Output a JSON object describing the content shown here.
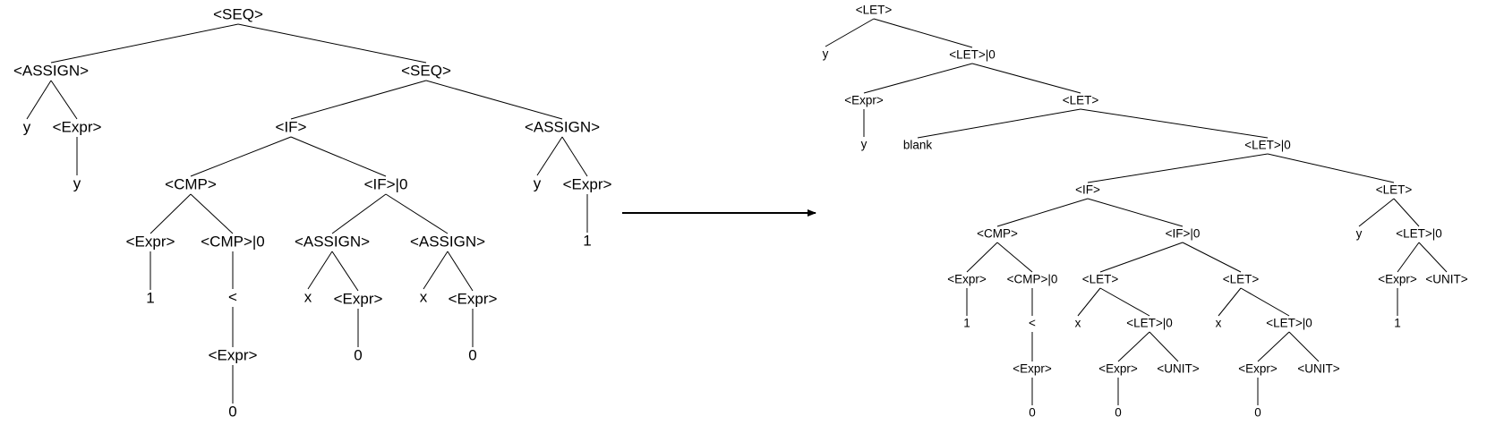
{
  "colors": {
    "text": "#000000",
    "edges": "#000000",
    "background": "#ffffff"
  },
  "trees": [
    {
      "id": "source-tree",
      "nodes": [
        {
          "id": "a1",
          "label": "<SEQ>"
        },
        {
          "id": "a2",
          "label": "<ASSIGN>",
          "parent": "a1"
        },
        {
          "id": "a3",
          "label": "<SEQ>",
          "parent": "a1"
        },
        {
          "id": "a4",
          "label": "y",
          "parent": "a2"
        },
        {
          "id": "a5",
          "label": "<Expr>",
          "parent": "a2"
        },
        {
          "id": "a6",
          "label": "y",
          "parent": "a5"
        },
        {
          "id": "a7",
          "label": "<IF>",
          "parent": "a3"
        },
        {
          "id": "a8",
          "label": "<ASSIGN>",
          "parent": "a3"
        },
        {
          "id": "a9",
          "label": "<CMP>",
          "parent": "a7"
        },
        {
          "id": "a10",
          "label": "<IF>|0",
          "parent": "a7"
        },
        {
          "id": "a11",
          "label": "y",
          "parent": "a8"
        },
        {
          "id": "a12",
          "label": "<Expr>",
          "parent": "a8"
        },
        {
          "id": "a13",
          "label": "1",
          "parent": "a12"
        },
        {
          "id": "a14",
          "label": "<Expr>",
          "parent": "a9"
        },
        {
          "id": "a15",
          "label": "<CMP>|0",
          "parent": "a9"
        },
        {
          "id": "a16",
          "label": "1",
          "parent": "a14"
        },
        {
          "id": "a17",
          "label": "<",
          "parent": "a15"
        },
        {
          "id": "a18",
          "label": "<Expr>",
          "parent": "a17"
        },
        {
          "id": "a19",
          "label": "0",
          "parent": "a18"
        },
        {
          "id": "a20",
          "label": "<ASSIGN>",
          "parent": "a10"
        },
        {
          "id": "a21",
          "label": "<ASSIGN>",
          "parent": "a10"
        },
        {
          "id": "a22",
          "label": "x",
          "parent": "a20"
        },
        {
          "id": "a23",
          "label": "<Expr>",
          "parent": "a20"
        },
        {
          "id": "a24",
          "label": "0",
          "parent": "a23"
        },
        {
          "id": "a25",
          "label": "x",
          "parent": "a21"
        },
        {
          "id": "a26",
          "label": "<Expr>",
          "parent": "a21"
        },
        {
          "id": "a27",
          "label": "0",
          "parent": "a26"
        }
      ]
    },
    {
      "id": "target-tree",
      "nodes": [
        {
          "id": "b1",
          "label": "<LET>"
        },
        {
          "id": "b2",
          "label": "y",
          "parent": "b1"
        },
        {
          "id": "b3",
          "label": "<LET>|0",
          "parent": "b1"
        },
        {
          "id": "b4",
          "label": "<Expr>",
          "parent": "b3"
        },
        {
          "id": "b5",
          "label": "<LET>",
          "parent": "b3"
        },
        {
          "id": "b6",
          "label": "y",
          "parent": "b4"
        },
        {
          "id": "b7",
          "label": "blank",
          "parent": "b5"
        },
        {
          "id": "b8",
          "label": "<LET>|0",
          "parent": "b5"
        },
        {
          "id": "b9",
          "label": "<IF>",
          "parent": "b8"
        },
        {
          "id": "b10",
          "label": "<LET>",
          "parent": "b8"
        },
        {
          "id": "b11",
          "label": "<CMP>",
          "parent": "b9"
        },
        {
          "id": "b12",
          "label": "<IF>|0",
          "parent": "b9"
        },
        {
          "id": "b13",
          "label": "y",
          "parent": "b10"
        },
        {
          "id": "b14",
          "label": "<LET>|0",
          "parent": "b10"
        },
        {
          "id": "b15",
          "label": "<Expr>",
          "parent": "b11"
        },
        {
          "id": "b16",
          "label": "<CMP>|0",
          "parent": "b11"
        },
        {
          "id": "b17",
          "label": "<LET>",
          "parent": "b12"
        },
        {
          "id": "b18",
          "label": "<LET>",
          "parent": "b12"
        },
        {
          "id": "b19",
          "label": "<Expr>",
          "parent": "b14"
        },
        {
          "id": "b20",
          "label": "<UNIT>",
          "parent": "b14"
        },
        {
          "id": "b21",
          "label": "1",
          "parent": "b15"
        },
        {
          "id": "b22",
          "label": "<",
          "parent": "b16"
        },
        {
          "id": "b23",
          "label": "x",
          "parent": "b17"
        },
        {
          "id": "b24",
          "label": "<LET>|0",
          "parent": "b17"
        },
        {
          "id": "b25",
          "label": "x",
          "parent": "b18"
        },
        {
          "id": "b26",
          "label": "<LET>|0",
          "parent": "b18"
        },
        {
          "id": "b27",
          "label": "1",
          "parent": "b19"
        },
        {
          "id": "b28",
          "label": "<Expr>",
          "parent": "b22"
        },
        {
          "id": "b29",
          "label": "<Expr>",
          "parent": "b24"
        },
        {
          "id": "b30",
          "label": "<UNIT>",
          "parent": "b24"
        },
        {
          "id": "b31",
          "label": "<Expr>",
          "parent": "b26"
        },
        {
          "id": "b32",
          "label": "<UNIT>",
          "parent": "b26"
        },
        {
          "id": "b33",
          "label": "0",
          "parent": "b28"
        },
        {
          "id": "b34",
          "label": "0",
          "parent": "b29"
        },
        {
          "id": "b35",
          "label": "0",
          "parent": "b31"
        }
      ]
    }
  ]
}
